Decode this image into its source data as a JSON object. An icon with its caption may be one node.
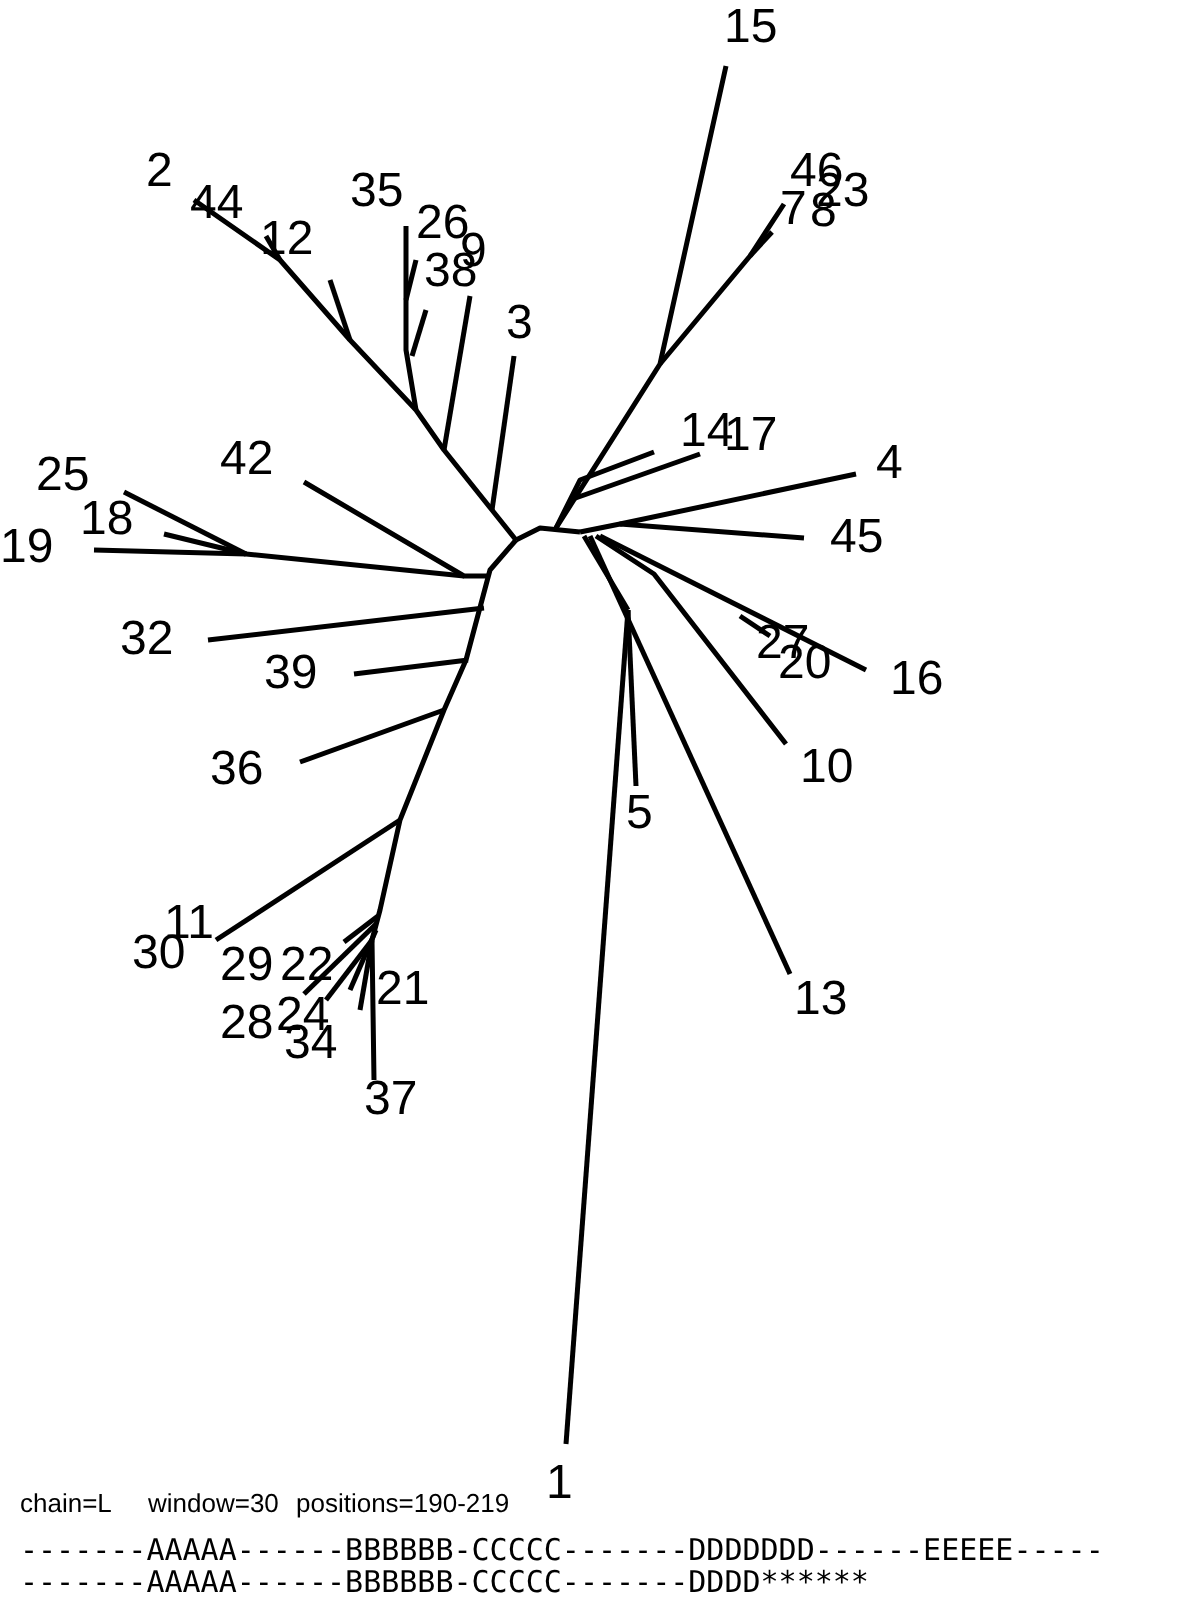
{
  "diagram": {
    "nodes": [
      {
        "text": [],
        "shape": "picture"
      }
    ],
    "labels": [
      "15",
      "2",
      "46",
      "23",
      "44",
      "35",
      "7",
      "8",
      "26",
      "12",
      "9",
      "38",
      "3",
      "14",
      "17",
      "4",
      "42",
      "25",
      "45",
      "18",
      "19",
      "27",
      "20",
      "32",
      "16",
      "39",
      "10",
      "36",
      "5",
      "11",
      "30",
      "29",
      "22",
      "13",
      "21",
      "28",
      "24",
      "34",
      "37",
      "1",
      "chain=L",
      "window=30",
      "positions=190-219",
      "-------AAAAA------BBBBBB-CCCCC-------DDDDDDD------EEEEE-----",
      "-------AAAAA------BBBBBB-CCCCC-------DDDD******"
    ]
  }
}
